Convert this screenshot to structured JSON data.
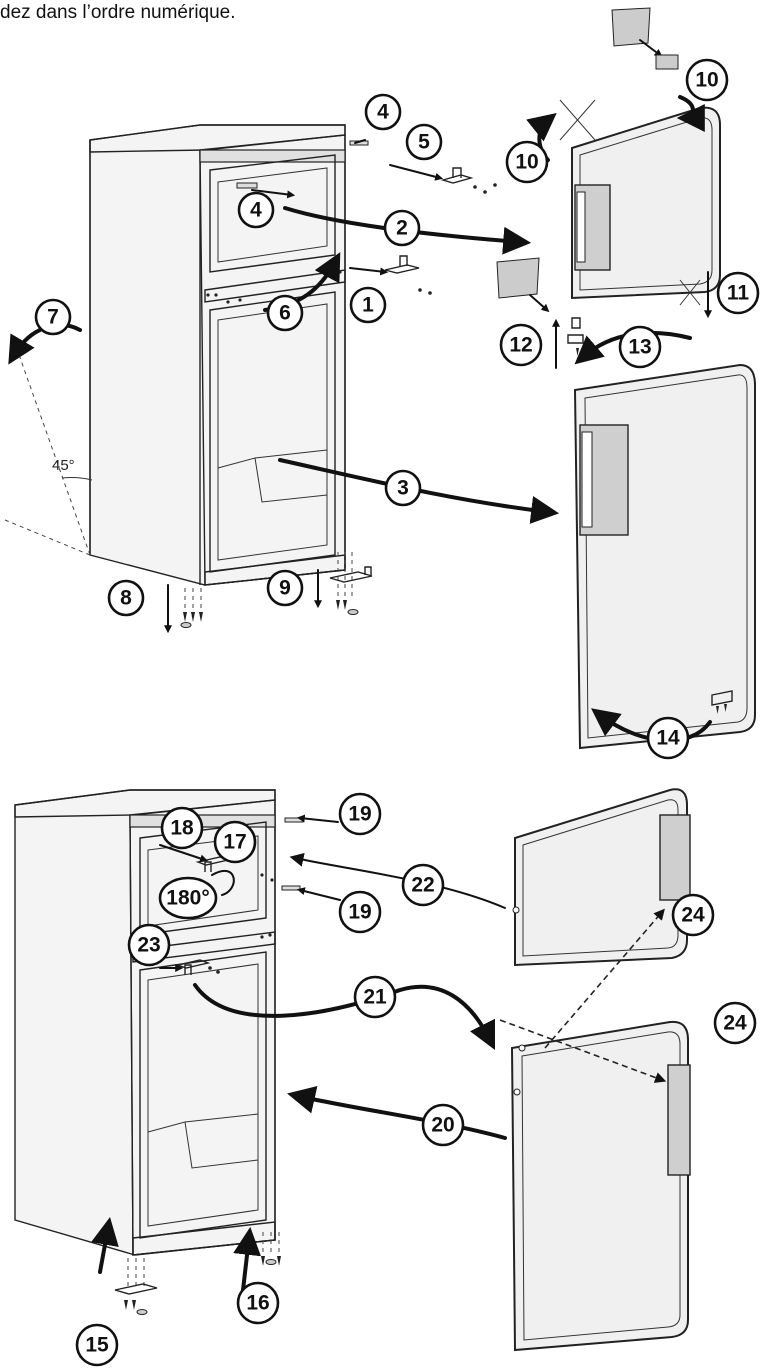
{
  "instruction_text": "dez dans l’ordre numérique.",
  "angle_label": "45°",
  "step_labels": {
    "s1": "1",
    "s2": "2",
    "s3": "3",
    "s4a": "4",
    "s4b": "4",
    "s5": "5",
    "s6": "6",
    "s7": "7",
    "s8": "8",
    "s9": "9",
    "s10a": "10",
    "s10b": "10",
    "s11": "11",
    "s12": "12",
    "s13": "13",
    "s14": "14",
    "s15": "15",
    "s16": "16",
    "s17": "17",
    "s18": "18",
    "s19a": "19",
    "s19b": "19",
    "s20": "20",
    "s21": "21",
    "s22": "22",
    "s23": "23",
    "s24a": "24",
    "s24b": "24",
    "s180": "180°"
  }
}
